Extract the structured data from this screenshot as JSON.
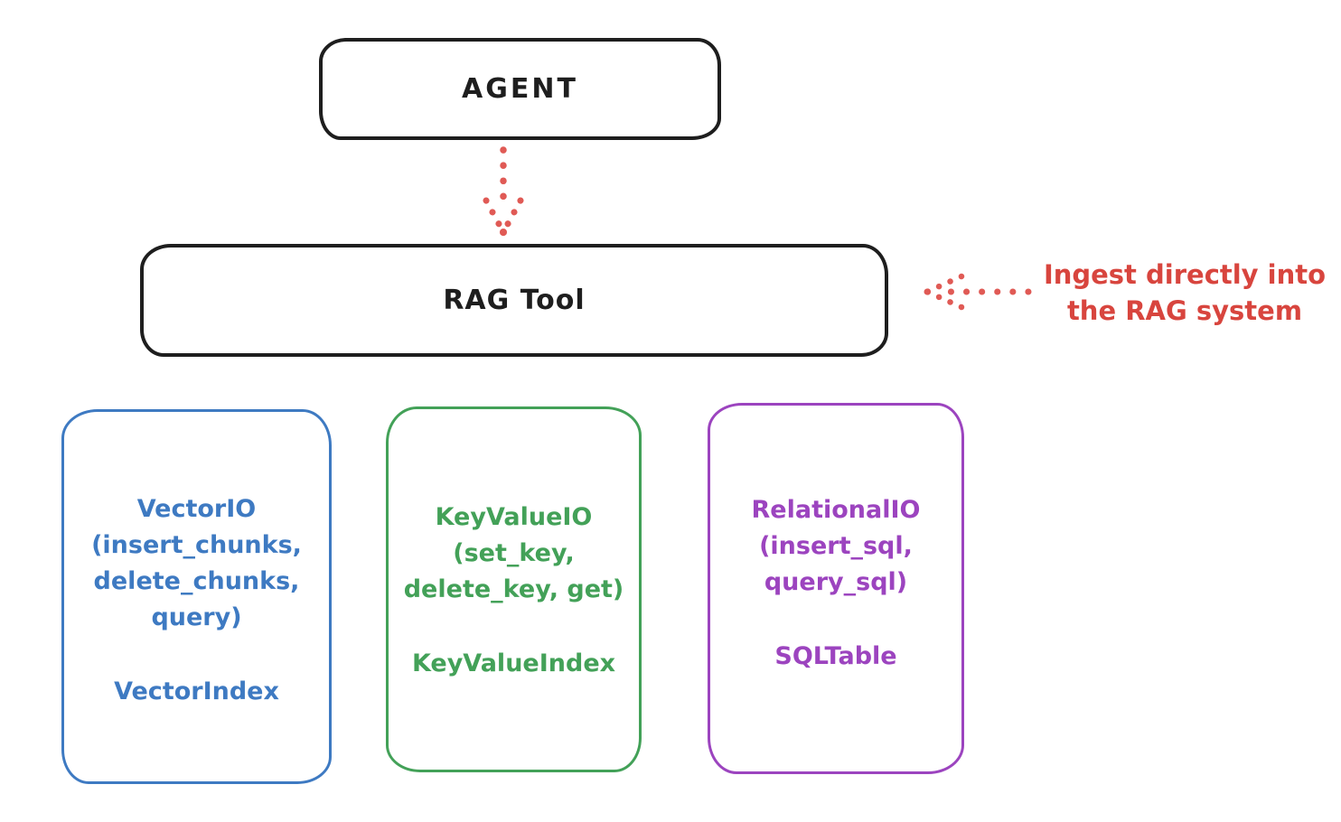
{
  "diagram": {
    "agent_label": "AGENT",
    "rag_tool_label": "RAG Tool",
    "annotation": {
      "line1": "Ingest directly into",
      "line2": "the RAG system"
    },
    "backends": [
      {
        "id": "vector-io",
        "color": "#3e7ac2",
        "io_lines": [
          "VectorIO",
          "(insert_chunks,",
          "delete_chunks,",
          "query)"
        ],
        "index_label": "VectorIndex"
      },
      {
        "id": "keyvalue-io",
        "color": "#43a158",
        "io_lines": [
          "KeyValueIO",
          "(set_key,",
          "delete_key, get)"
        ],
        "index_label": "KeyValueIndex"
      },
      {
        "id": "relational-io",
        "color": "#9c44bf",
        "io_lines": [
          "RelationalIO",
          "(insert_sql,",
          "query_sql)"
        ],
        "index_label": "SQLTable"
      }
    ],
    "colors": {
      "ink": "#1e1e1e",
      "arrow_red": "#e05a55",
      "annotation_red": "#d8453e",
      "vector_blue": "#3e7ac2",
      "keyvalue_green": "#43a158",
      "relational_purple": "#9c44bf",
      "background": "#ffffff"
    }
  }
}
